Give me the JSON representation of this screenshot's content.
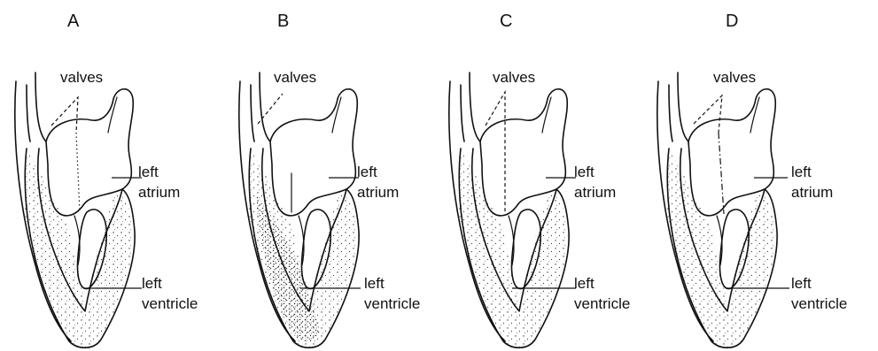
{
  "panels": [
    {
      "letter": "A",
      "labels": {
        "valves": "valves",
        "atrium_1": "left",
        "atrium_2": "atrium",
        "ventricle_1": "left",
        "ventricle_2": "ventricle"
      }
    },
    {
      "letter": "B",
      "labels": {
        "valves": "valves",
        "atrium_1": "left",
        "atrium_2": "atrium",
        "ventricle_1": "left",
        "ventricle_2": "ventricle"
      }
    },
    {
      "letter": "C",
      "labels": {
        "valves": "valves",
        "atrium_1": "left",
        "atrium_2": "atrium",
        "ventricle_1": "left",
        "ventricle_2": "ventricle"
      }
    },
    {
      "letter": "D",
      "labels": {
        "valves": "valves",
        "atrium_1": "left",
        "atrium_2": "atrium",
        "ventricle_1": "left",
        "ventricle_2": "ventricle"
      }
    }
  ]
}
